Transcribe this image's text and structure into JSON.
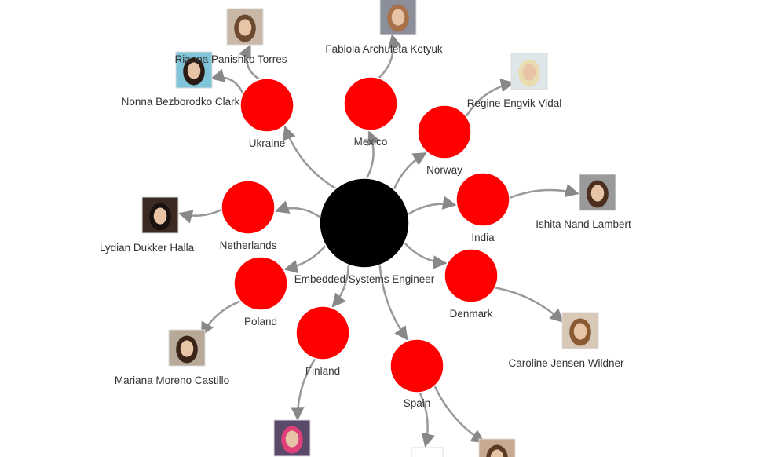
{
  "center": {
    "label": "Embedded Systems Engineer"
  },
  "countries": [
    {
      "id": "ukraine",
      "label": "Ukraine"
    },
    {
      "id": "mexico",
      "label": "Mexico"
    },
    {
      "id": "norway",
      "label": "Norway"
    },
    {
      "id": "india",
      "label": "India"
    },
    {
      "id": "netherlands",
      "label": "Netherlands"
    },
    {
      "id": "poland",
      "label": "Poland"
    },
    {
      "id": "denmark",
      "label": "Denmark"
    },
    {
      "id": "finland",
      "label": "Finland"
    },
    {
      "id": "spain",
      "label": "Spain"
    }
  ],
  "people": [
    {
      "id": "rianna",
      "country": "ukraine",
      "name": "Rianna Panishko Torres",
      "bg": "#c9b8a8",
      "hair": "#6b4a30"
    },
    {
      "id": "nonna",
      "country": "ukraine",
      "name": "Nonna Bezborodko Clark",
      "bg": "#7fc4d8",
      "hair": "#2a1c14"
    },
    {
      "id": "fabiola",
      "country": "mexico",
      "name": "Fabiola Archuleta Kotyuk",
      "bg": "#8a8f9a",
      "hair": "#a8714a"
    },
    {
      "id": "regine",
      "country": "norway",
      "name": "Regine Engvik Vidal",
      "bg": "#dfe6ea",
      "hair": "#e8dcb0"
    },
    {
      "id": "ishita",
      "country": "india",
      "name": "Ishita Nand Lambert",
      "bg": "#9a9a9a",
      "hair": "#4a2e1e"
    },
    {
      "id": "lydian",
      "country": "netherlands",
      "name": "Lydian Dukker Halla",
      "bg": "#3a2a22",
      "hair": "#1a1210"
    },
    {
      "id": "caroline",
      "country": "denmark",
      "name": "Caroline Jensen Wildner",
      "bg": "#d8c8b8",
      "hair": "#8a5a32"
    },
    {
      "id": "mariana",
      "country": "poland",
      "name": "Mariana Moreno Castillo",
      "bg": "#b8a898",
      "hair": "#3a2418"
    },
    {
      "id": "finland-person",
      "country": "finland",
      "name": "",
      "bg": "#5a4a6a",
      "hair": "#e0407a"
    },
    {
      "id": "spain-person-1",
      "country": "spain",
      "name": "",
      "bg": "#ffffff",
      "hair": "#ffffff"
    },
    {
      "id": "spain-person-2",
      "country": "spain",
      "name": "",
      "bg": "#c8a890",
      "hair": "#5a3a22"
    }
  ],
  "colors": {
    "center": "#000000",
    "country": "#ff0000",
    "edge": "#999999",
    "label": "#333333"
  }
}
